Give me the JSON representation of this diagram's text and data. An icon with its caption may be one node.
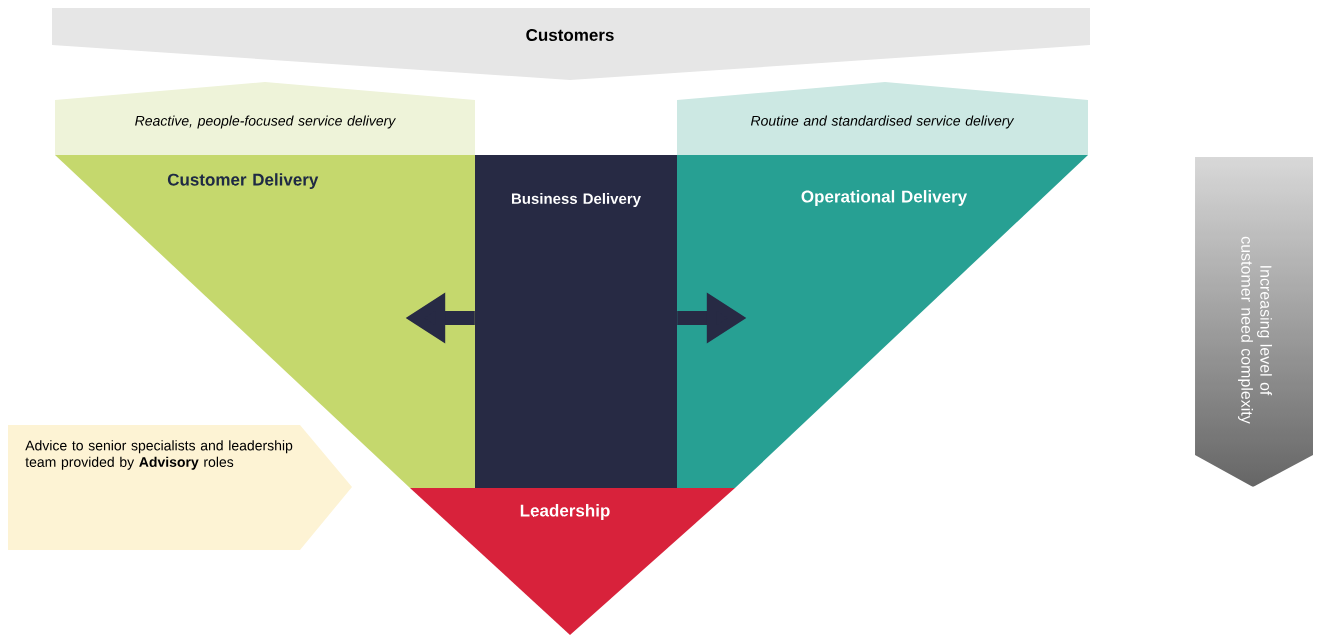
{
  "diagram": {
    "nodes": [
      {
        "text": [
          "Customers"
        ]
      },
      {
        "text": [
          "Reactive, people-focused service delivery"
        ]
      },
      {
        "text": [
          "Routine and standardised service delivery"
        ]
      },
      {
        "text": [
          "Customer Delivery"
        ]
      },
      {
        "text": [
          "Business Delivery"
        ]
      },
      {
        "text": [
          "Operational Delivery"
        ]
      },
      {
        "text": [
          "Leadership"
        ]
      },
      {
        "text": [
          "Advice to senior specialists and leadership team provided by **Advisory** roles"
        ]
      },
      {
        "text": [
          "Increasing level of customer need complexity"
        ]
      }
    ],
    "edges": [
      {
        "from": 4,
        "to": 3,
        "arrow": "to"
      },
      {
        "from": 4,
        "to": 5,
        "arrow": "to"
      }
    ]
  }
}
